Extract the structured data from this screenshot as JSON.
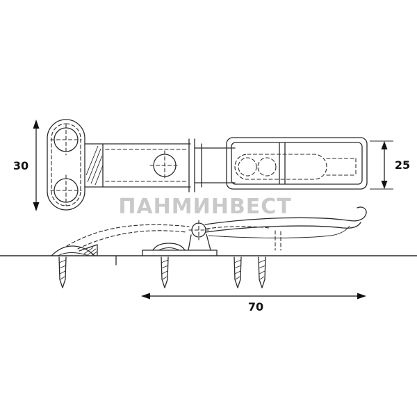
{
  "drawing": {
    "type": "latch-hardware-technical-drawing",
    "dimensions": {
      "height_left": "30",
      "height_right": "25",
      "length_bottom": "70"
    },
    "watermark": "ПАНМИНВЕСТ",
    "colors": {
      "line": "#2a2a2a",
      "watermark": "#c9c9c9"
    }
  }
}
